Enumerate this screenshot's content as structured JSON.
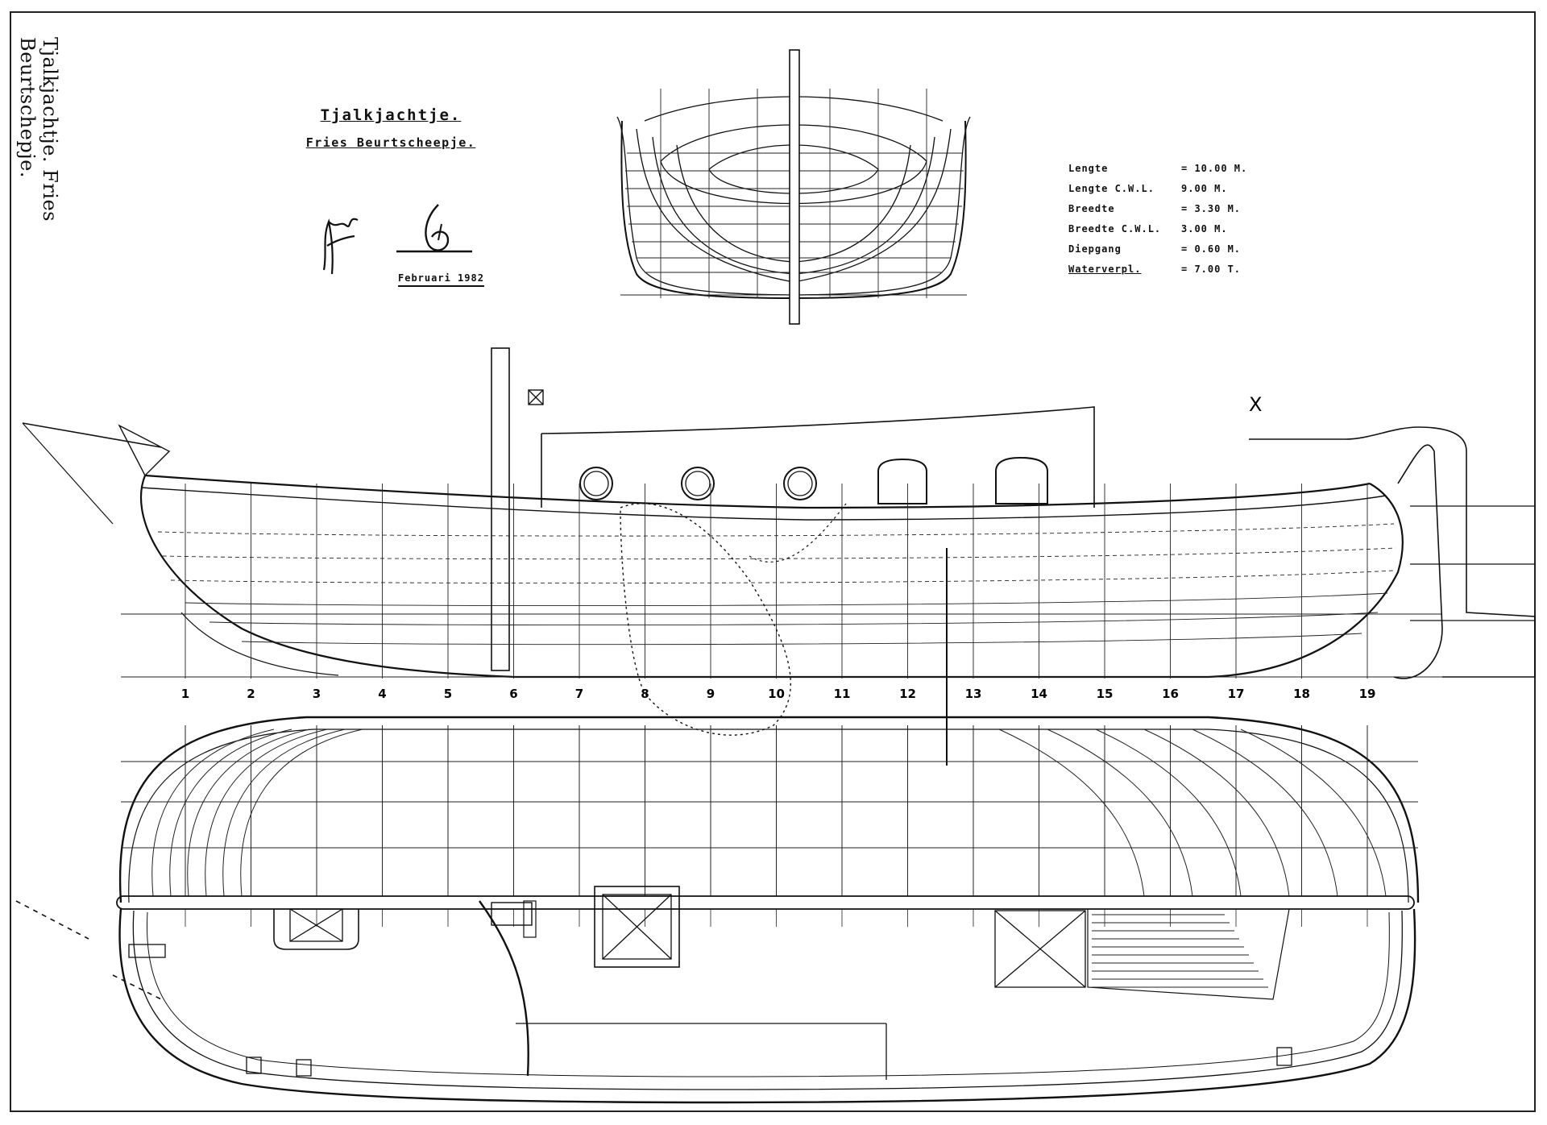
{
  "sheet_title_vertical": "Tjalkjachtje. Fries Beurtschepje.",
  "title": "Tjalkjachtje.",
  "subtitle": "Fries Beurtscheepje.",
  "date": "Februari 1982",
  "specs": [
    {
      "label": "Lengte",
      "value": "= 10.00 M."
    },
    {
      "label": "Lengte C.W.L.",
      "value": "9.00 M."
    },
    {
      "label": "Breedte",
      "value": "= 3.30 M."
    },
    {
      "label": "Breedte C.W.L.",
      "value": "3.00 M."
    },
    {
      "label": "Diepgang",
      "value": "= 0.60 M."
    },
    {
      "label": "Waterverpl.",
      "value": "= 7.00 T."
    }
  ],
  "station_numbers": [
    "1",
    "2",
    "3",
    "4",
    "5",
    "6",
    "7",
    "8",
    "9",
    "10",
    "11",
    "12",
    "13",
    "14",
    "15",
    "16",
    "17",
    "18",
    "19"
  ],
  "marker_x": "X"
}
